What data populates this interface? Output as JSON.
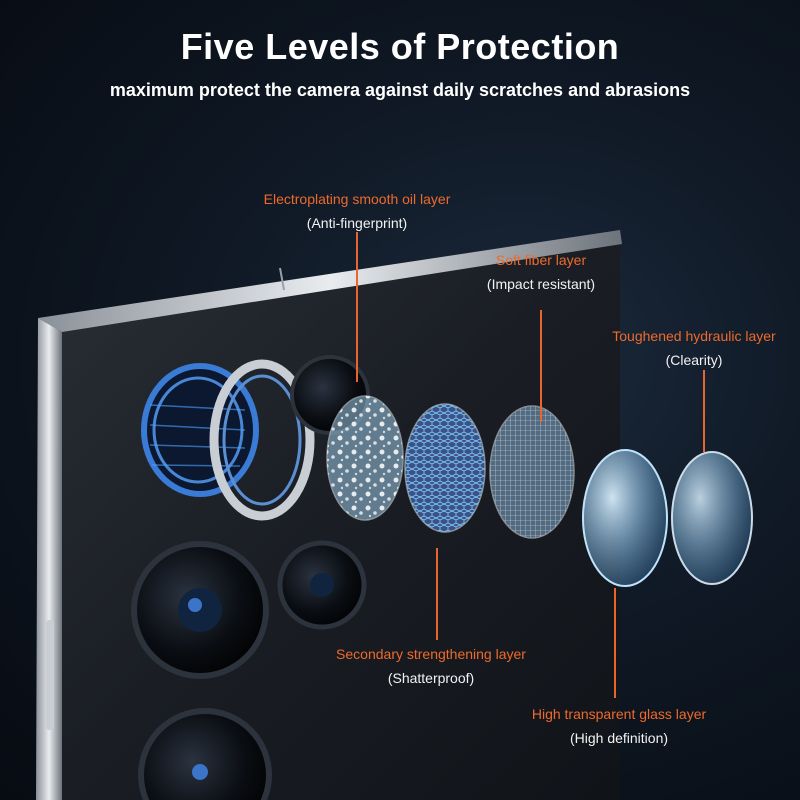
{
  "header": {
    "title": "Five Levels of Protection",
    "subtitle": "maximum protect the camera against daily scratches and abrasions"
  },
  "layers": [
    {
      "name": "Electroplating smooth oil layer",
      "note": "(Anti-fingerprint)"
    },
    {
      "name": "Soft fiber layer",
      "note": "(Impact resistant)"
    },
    {
      "name": "Toughened hydraulic layer",
      "note": "(Clearity)"
    },
    {
      "name": "Secondary strengthening layer",
      "note": "(Shatterproof)"
    },
    {
      "name": "High transparent glass layer",
      "note": "(High definition)"
    }
  ],
  "colors": {
    "label_accent": "#ee6a2c",
    "background": "#0f1824",
    "lens_ring": "#3a7bd5"
  }
}
